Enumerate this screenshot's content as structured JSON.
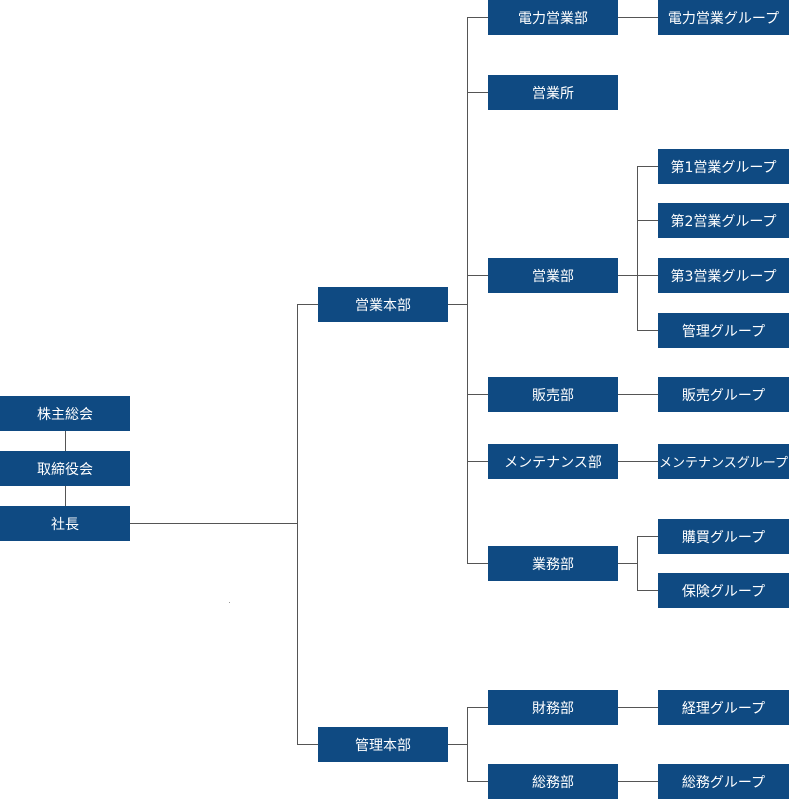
{
  "nodes": {
    "shareholders": "株主総会",
    "board": "取締役会",
    "president": "社長",
    "sales_hq": "営業本部",
    "admin_hq": "管理本部",
    "power_sales_dept": "電力営業部",
    "sales_office": "営業所",
    "sales_dept": "営業部",
    "retail_dept": "販売部",
    "maintenance_dept": "メンテナンス部",
    "operations_dept": "業務部",
    "finance_dept": "財務部",
    "general_affairs_dept": "総務部",
    "power_sales_group": "電力営業グループ",
    "sales_group_1": "第1営業グループ",
    "sales_group_2": "第2営業グループ",
    "sales_group_3": "第3営業グループ",
    "management_group": "管理グループ",
    "retail_group": "販売グループ",
    "maintenance_group": "メンテナンスグループ",
    "purchasing_group": "購買グループ",
    "insurance_group": "保険グループ",
    "accounting_group": "経理グループ",
    "general_affairs_group": "総務グループ"
  },
  "colors": {
    "box": "#0f4a82",
    "text": "#ffffff",
    "line": "#555555"
  }
}
